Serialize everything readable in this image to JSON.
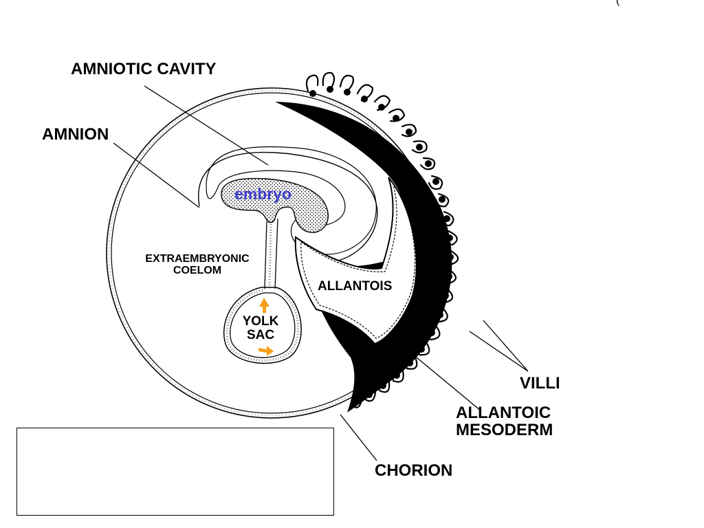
{
  "labels": {
    "amniotic_cavity": "AMNIOTIC CAVITY",
    "amnion": "AMNION",
    "embryo": "embryo",
    "extraembryonic_1": "EXTRAEMBRYONIC",
    "extraembryonic_2": "COELOM",
    "allantois": "ALLANTOIS",
    "yolk_sac_1": "YOLK",
    "yolk_sac_2": "SAC",
    "villi": "VILLI",
    "allantoic_1": "ALLANTOIC",
    "allantoic_2": "MESODERM",
    "chorion": "CHORION",
    "corner_glyph": "("
  },
  "colors": {
    "embryo_text": "#3f3fcf",
    "arrow": "#f5a01a",
    "ink": "#000000"
  }
}
